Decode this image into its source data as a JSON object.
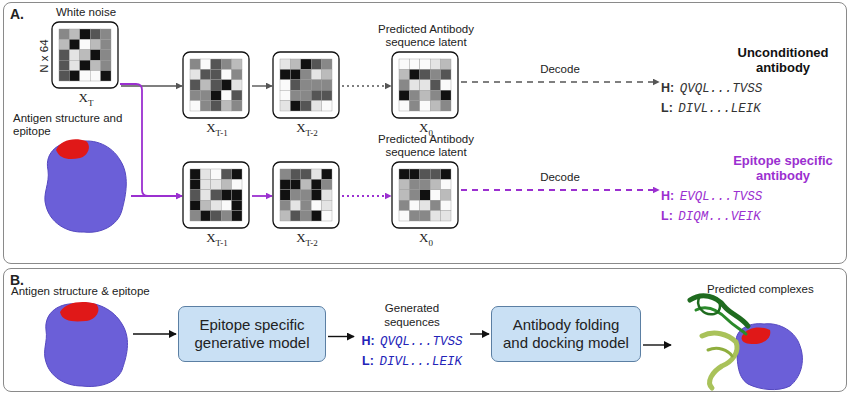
{
  "diagram": {
    "nodes": [
      {
        "text": [
          "A."
        ]
      },
      {
        "text": [
          "White noise",
          "N x 64",
          "XT"
        ],
        "in": 0
      },
      {
        "text": [
          "Antigen structure and epitope"
        ],
        "in": 0
      },
      {
        "text": [
          "XT-1"
        ],
        "in": 0
      },
      {
        "text": [
          "XT-2"
        ],
        "in": 0
      },
      {
        "text": [
          "Predicted Antibody sequence latent",
          "X0"
        ],
        "in": 0
      },
      {
        "text": [
          "Unconditioned antibody",
          "H:",
          "QVQL...TVSS",
          "L:",
          "DIVL...LEIK"
        ],
        "in": 0
      },
      {
        "text": [
          "XT-1"
        ],
        "in": 0
      },
      {
        "text": [
          "XT-2"
        ],
        "in": 0
      },
      {
        "text": [
          "Predicted Antibody sequence latent",
          "X0"
        ],
        "in": 0
      },
      {
        "text": [
          "Epitope specific antibody",
          "H:",
          "EVQL...TVSS",
          "L:",
          "DIQM...VEIK"
        ],
        "in": 0
      },
      {
        "text": [
          "B."
        ]
      },
      {
        "text": [
          "Antigen structure & epitope"
        ],
        "in": 11
      },
      {
        "text": [
          "Epitope specific generative model"
        ],
        "in": 11
      },
      {
        "text": [
          "Generated sequences",
          "H:",
          "QVQL...TVSS",
          "L:",
          "DIVL...LEIK"
        ],
        "in": 11
      },
      {
        "text": [
          "Antibody folding and docking model"
        ],
        "in": 11
      },
      {
        "text": [
          "Predicted complexes"
        ],
        "in": 11
      }
    ],
    "edges": [
      {
        "from": 1,
        "to": 3,
        "arrow": "to"
      },
      {
        "from": 3,
        "to": 4,
        "arrow": "to"
      },
      {
        "from": 4,
        "to": 5,
        "arrow": "to"
      },
      {
        "from": 5,
        "to": 6,
        "label": "Decode",
        "arrow": "to"
      },
      {
        "from": 1,
        "to": 7,
        "arrow": "to"
      },
      {
        "from": 2,
        "to": 7,
        "arrow": "to"
      },
      {
        "from": 7,
        "to": 8,
        "arrow": "to"
      },
      {
        "from": 8,
        "to": 9,
        "arrow": "to"
      },
      {
        "from": 9,
        "to": 10,
        "label": "Decode",
        "arrow": "to"
      },
      {
        "from": 12,
        "to": 13,
        "arrow": "to"
      },
      {
        "from": 13,
        "to": 14,
        "arrow": "to"
      },
      {
        "from": 14,
        "to": 15,
        "arrow": "to"
      },
      {
        "from": 15,
        "to": 16,
        "arrow": "to"
      }
    ]
  }
}
